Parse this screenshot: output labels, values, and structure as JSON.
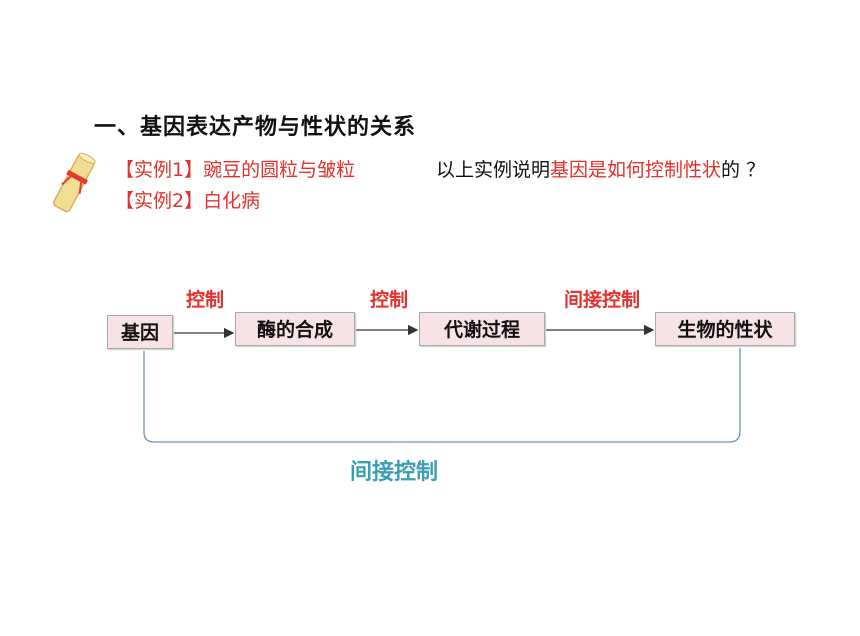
{
  "heading": "一、基因表达产物与性状的关系",
  "example1": {
    "label": "【实例1】豌豆的圆粒与皱粒"
  },
  "question": {
    "prefix": "以上实例说明",
    "highlight": "基因是如何控制性状",
    "suffix": "的 ？"
  },
  "example2": {
    "label": "【实例2】白化病"
  },
  "flow": {
    "nodes": [
      "基因",
      "酶的合成",
      "代谢过程",
      "生物的性状"
    ],
    "edge_labels": [
      "控制",
      "控制",
      "间接控制"
    ]
  },
  "bracket_label": "间接控制",
  "colors": {
    "red_text": "#e4312b",
    "teal_text": "#3a9fb0",
    "box_fill": "#f7e3e6",
    "bracket_line": "#6f93bd"
  },
  "icons": [
    "scroll-icon"
  ]
}
